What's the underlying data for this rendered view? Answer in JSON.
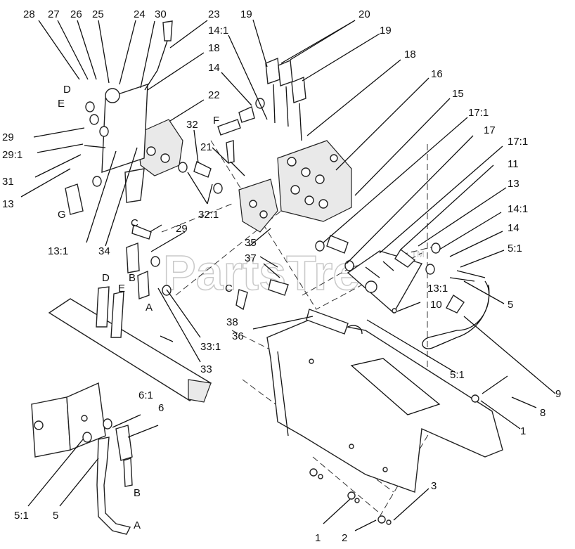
{
  "watermark": {
    "text": "PartsTree",
    "trademark": "TM"
  },
  "callouts": [
    {
      "id": "c28",
      "text": "28"
    },
    {
      "id": "c27",
      "text": "27"
    },
    {
      "id": "c26",
      "text": "26"
    },
    {
      "id": "c25",
      "text": "25"
    },
    {
      "id": "c24",
      "text": "24"
    },
    {
      "id": "c30",
      "text": "30"
    },
    {
      "id": "c23",
      "text": "23"
    },
    {
      "id": "c19a",
      "text": "19"
    },
    {
      "id": "c20",
      "text": "20"
    },
    {
      "id": "c19b",
      "text": "19"
    },
    {
      "id": "c14-1a",
      "text": "14:1"
    },
    {
      "id": "c18a",
      "text": "18"
    },
    {
      "id": "c14a",
      "text": "14"
    },
    {
      "id": "c18b",
      "text": "18"
    },
    {
      "id": "c16",
      "text": "16"
    },
    {
      "id": "c15",
      "text": "15"
    },
    {
      "id": "c22",
      "text": "22"
    },
    {
      "id": "c17-1a",
      "text": "17:1"
    },
    {
      "id": "c17",
      "text": "17"
    },
    {
      "id": "c17-1b",
      "text": "17:1"
    },
    {
      "id": "c11",
      "text": "11"
    },
    {
      "id": "c13a",
      "text": "13"
    },
    {
      "id": "c14-1b",
      "text": "14:1"
    },
    {
      "id": "c14b",
      "text": "14"
    },
    {
      "id": "c5-1a",
      "text": "5:1"
    },
    {
      "id": "c5a",
      "text": "5"
    },
    {
      "id": "c9",
      "text": "9"
    },
    {
      "id": "c8",
      "text": "8"
    },
    {
      "id": "c1a",
      "text": "1"
    },
    {
      "id": "c3",
      "text": "3"
    },
    {
      "id": "c2",
      "text": "2"
    },
    {
      "id": "c1b",
      "text": "1"
    },
    {
      "id": "c5b",
      "text": "5"
    },
    {
      "id": "c5-1b",
      "text": "5:1"
    },
    {
      "id": "c6",
      "text": "6"
    },
    {
      "id": "c6-1",
      "text": "6:1"
    },
    {
      "id": "cA1",
      "text": "A"
    },
    {
      "id": "cB1",
      "text": "B"
    },
    {
      "id": "c5-1c",
      "text": "5:1"
    },
    {
      "id": "c10",
      "text": "10"
    },
    {
      "id": "c13-1a",
      "text": "13:1"
    },
    {
      "id": "c36",
      "text": "36"
    },
    {
      "id": "c38",
      "text": "38"
    },
    {
      "id": "cC1",
      "text": "C"
    },
    {
      "id": "c37",
      "text": "37"
    },
    {
      "id": "c35",
      "text": "35"
    },
    {
      "id": "c33",
      "text": "33"
    },
    {
      "id": "c33-1",
      "text": "33:1"
    },
    {
      "id": "cA2",
      "text": "A"
    },
    {
      "id": "cB2",
      "text": "B"
    },
    {
      "id": "cE1",
      "text": "E"
    },
    {
      "id": "cD1",
      "text": "D"
    },
    {
      "id": "c29a",
      "text": "29"
    },
    {
      "id": "cC2",
      "text": "C"
    },
    {
      "id": "c32-1",
      "text": "32:1"
    },
    {
      "id": "c32",
      "text": "32"
    },
    {
      "id": "c21",
      "text": "21"
    },
    {
      "id": "cF",
      "text": "F"
    },
    {
      "id": "c34",
      "text": "34"
    },
    {
      "id": "c13-1b",
      "text": "13:1"
    },
    {
      "id": "cG",
      "text": "G"
    },
    {
      "id": "c13b",
      "text": "13"
    },
    {
      "id": "c31",
      "text": "31"
    },
    {
      "id": "c29-1",
      "text": "29:1"
    },
    {
      "id": "c29b",
      "text": "29"
    },
    {
      "id": "cE2",
      "text": "E"
    },
    {
      "id": "cD2",
      "text": "D"
    }
  ]
}
